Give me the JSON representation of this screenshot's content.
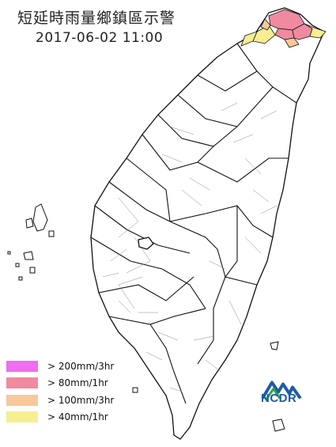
{
  "header": {
    "title": "短延時雨量鄉鎮區示警",
    "datetime": "2017-06-02 11:00"
  },
  "legend": {
    "items": [
      {
        "label": "> 200mm/3hr",
        "color": "#f06cf0"
      },
      {
        "label": "> 80mm/1hr",
        "color": "#f08aa0"
      },
      {
        "label": "> 100mm/3hr",
        "color": "#f8c89a"
      },
      {
        "label": "> 40mm/1hr",
        "color": "#f6ee90"
      }
    ]
  },
  "logo": {
    "text": "NCDR",
    "icon": "ncdr-logo-icon"
  },
  "colors": {
    "land": "#ffffff",
    "border": "#111111",
    "ocean": "#ffffff"
  }
}
